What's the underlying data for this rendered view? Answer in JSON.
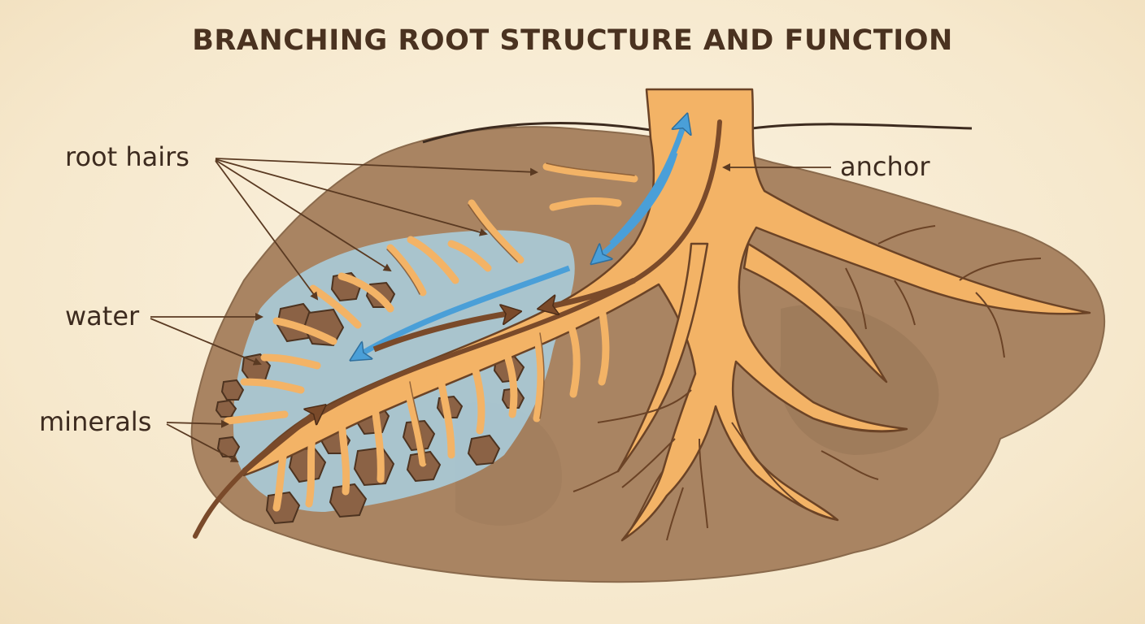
{
  "title": "BRANCHING ROOT STRUCTURE AND FUNCTION",
  "labels": {
    "root_hairs": "root hairs",
    "water": "water",
    "minerals": "minerals",
    "anchor": "anchor"
  },
  "colors": {
    "background": "#f7ebd3",
    "soil": "#a98462",
    "root": "#f3b366",
    "root_outline": "#6b4326",
    "water": "#a9cfe0",
    "water_arrow": "#4a9fd8",
    "mineral_arrow": "#7a4a2a",
    "text": "#3d2b1f"
  }
}
